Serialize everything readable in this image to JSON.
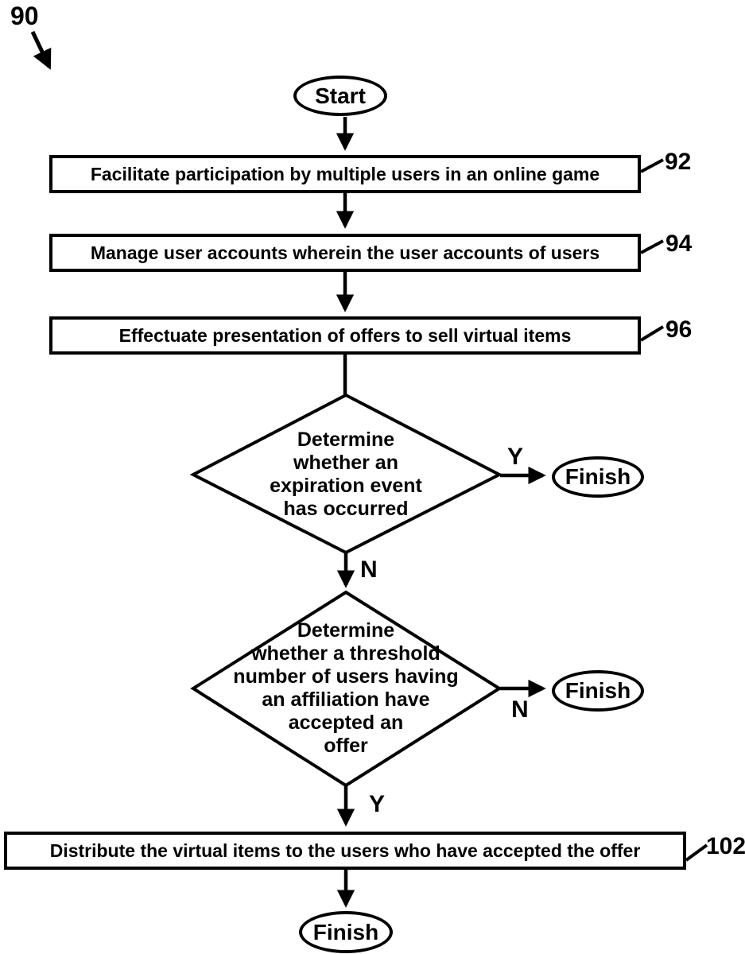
{
  "figure": {
    "ref_label": "90"
  },
  "colors": {
    "ink": "#000000",
    "paper": "#ffffff"
  },
  "nodes": {
    "start": {
      "label": "Start"
    },
    "step_92": {
      "label": "Facilitate participation by multiple users in an online game",
      "ref": "92"
    },
    "step_94": {
      "label": "Manage user accounts wherein the user accounts of users",
      "ref": "94"
    },
    "step_96": {
      "label": "Effectuate presentation of offers to sell virtual items",
      "ref": "96"
    },
    "decision_expiration": {
      "lines": [
        "Determine",
        "whether an",
        "expiration event",
        "has occurred"
      ]
    },
    "finish_top": {
      "label": "Finish"
    },
    "decision_threshold": {
      "lines": [
        "Determine",
        "whether a threshold",
        "number of users having",
        "an affiliation have",
        "accepted an",
        "offer"
      ]
    },
    "finish_mid": {
      "label": "Finish"
    },
    "step_102": {
      "label": "Distribute the virtual items to the users who have accepted the offer",
      "ref": "102"
    },
    "finish_bottom": {
      "label": "Finish"
    }
  },
  "edges": {
    "expiration_yes": "Y",
    "expiration_no": "N",
    "threshold_no": "N",
    "threshold_yes": "Y"
  }
}
